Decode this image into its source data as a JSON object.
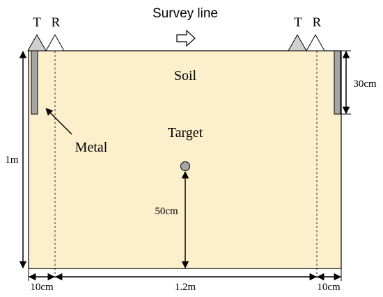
{
  "labels": {
    "survey_line": "Survey line",
    "transmitter_left": "T",
    "receiver_left": "R",
    "transmitter_right": "T",
    "receiver_right": "R",
    "soil": "Soil",
    "target": "Target",
    "metal": "Metal",
    "depth_total": "1m",
    "metal_depth": "30cm",
    "target_depth": "50cm",
    "width_main": "1.2m",
    "offset_left": "10cm",
    "offset_right": "10cm"
  },
  "colors": {
    "soil_fill": "#fcf0cc",
    "metal_fill": "#a6a6a6",
    "antenna_t_fill": "#d0d0d0",
    "antenna_r_fill": "#ffffff",
    "target_fill": "#a6a6a6",
    "line": "#000000"
  }
}
